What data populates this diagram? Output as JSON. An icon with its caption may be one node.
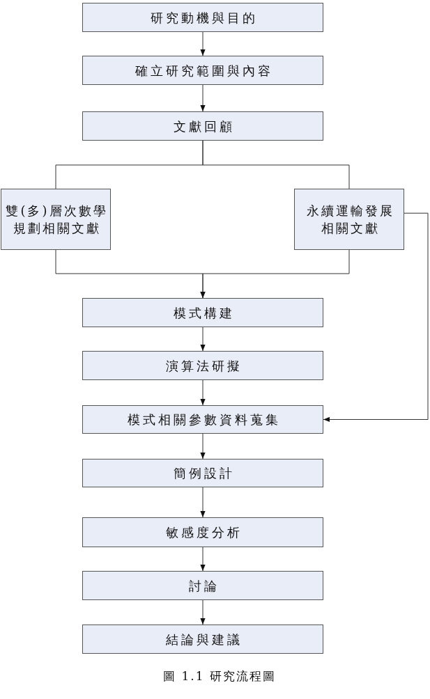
{
  "diagram": {
    "caption": "圖 1.1 研究流程圖",
    "nodes": [
      {
        "text": [
          "研究動機與目的"
        ]
      },
      {
        "text": [
          "確立研究範圍與內容"
        ]
      },
      {
        "text": [
          "文獻回顧"
        ]
      },
      {
        "text": [
          "雙(多)層次數學規劃相關文獻"
        ]
      },
      {
        "text": [
          "永續運輸發展相關文獻"
        ]
      },
      {
        "text": [
          "模式構建"
        ]
      },
      {
        "text": [
          "演算法研擬"
        ]
      },
      {
        "text": [
          "模式相關參數資料蒐集"
        ]
      },
      {
        "text": [
          "簡例設計"
        ]
      },
      {
        "text": [
          "敏感度分析"
        ]
      },
      {
        "text": [
          "討論"
        ]
      },
      {
        "text": [
          "結論與建議"
        ]
      }
    ],
    "edges": [
      {
        "from": 0,
        "to": 1,
        "arrow": "to"
      },
      {
        "from": 1,
        "to": 2,
        "arrow": "to"
      },
      {
        "from": 2,
        "to": 3,
        "arrow": "none"
      },
      {
        "from": 2,
        "to": 4,
        "arrow": "none"
      },
      {
        "from": 3,
        "to": 5,
        "arrow": "to"
      },
      {
        "from": 4,
        "to": 5,
        "arrow": "to"
      },
      {
        "from": 5,
        "to": 6,
        "arrow": "to"
      },
      {
        "from": 6,
        "to": 7,
        "arrow": "to"
      },
      {
        "from": 4,
        "to": 7,
        "arrow": "to"
      },
      {
        "from": 7,
        "to": 8,
        "arrow": "to"
      },
      {
        "from": 8,
        "to": 9,
        "arrow": "to"
      },
      {
        "from": 9,
        "to": 10,
        "arrow": "to"
      },
      {
        "from": 10,
        "to": 11,
        "arrow": "to"
      }
    ]
  }
}
